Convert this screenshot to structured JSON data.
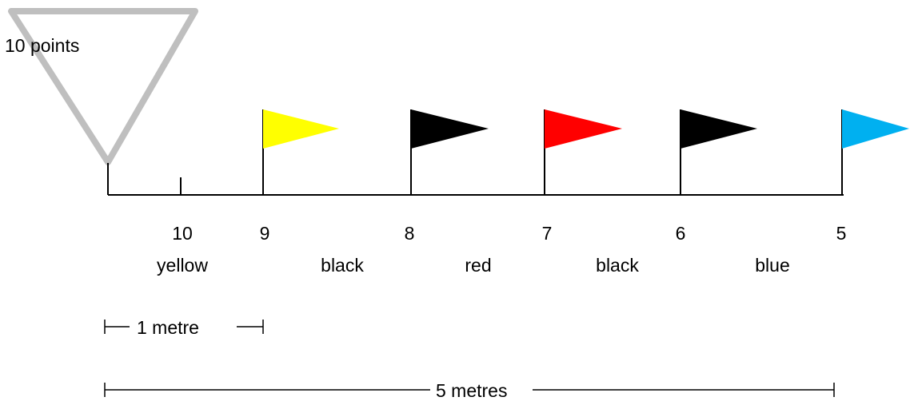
{
  "points_label": "10 points",
  "marks": [
    {
      "label": "10"
    },
    {
      "label": "9",
      "flag": "#ffff00"
    },
    {
      "label": "8",
      "flag": "#000000"
    },
    {
      "label": "7",
      "flag": "#ff0000"
    },
    {
      "label": "6",
      "flag": "#000000"
    },
    {
      "label": "5",
      "flag": "#00b0f0"
    }
  ],
  "zones": [
    "yellow",
    "black",
    "red",
    "black",
    "blue"
  ],
  "scale_small": "1 metre",
  "scale_large": "5 metres",
  "colors": {
    "triangle": "#bfbfbf",
    "line": "#000000"
  }
}
